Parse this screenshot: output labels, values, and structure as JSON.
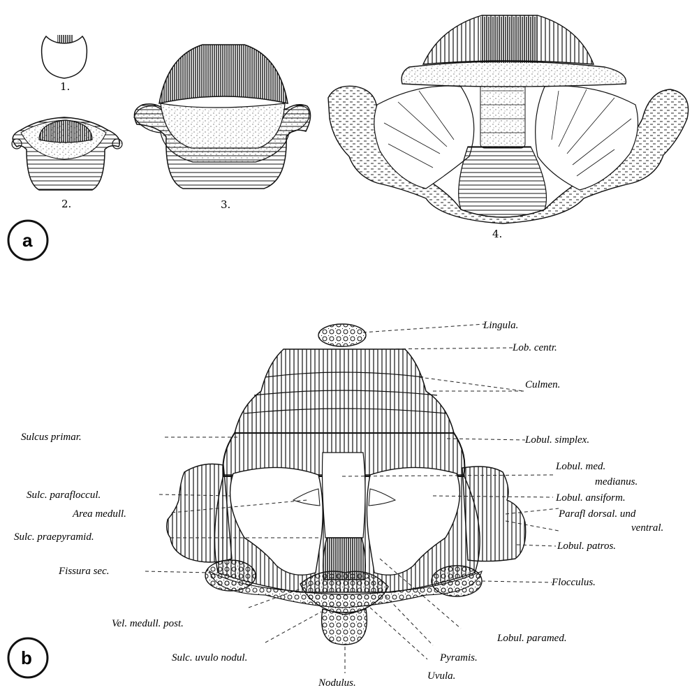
{
  "panel_a": {
    "letter": "a",
    "figures": [
      {
        "number": "1."
      },
      {
        "number": "2."
      },
      {
        "number": "3."
      },
      {
        "number": "4."
      }
    ]
  },
  "panel_b": {
    "letter": "b",
    "labels_right": [
      {
        "text": "Lingula."
      },
      {
        "text": "Lob. centr."
      },
      {
        "text": "Culmen."
      },
      {
        "text": "Lobul. simplex."
      },
      {
        "text": "Lobul. med."
      },
      {
        "text": "medianus."
      },
      {
        "text": "Lobul. ansiform."
      },
      {
        "text": "Parafl dorsal. und"
      },
      {
        "text": "ventral."
      },
      {
        "text": "Lobul. patros."
      },
      {
        "text": "Flocculus."
      },
      {
        "text": "Lobul. paramed."
      },
      {
        "text": "Pyramis."
      },
      {
        "text": "Uvula."
      }
    ],
    "labels_left": [
      {
        "text": "Sulcus primar."
      },
      {
        "text": "Sulc. parafloccul."
      },
      {
        "text": "Area medull."
      },
      {
        "text": "Sulc. praepyramid."
      },
      {
        "text": "Fissura sec."
      },
      {
        "text": "Vel. medull. post."
      },
      {
        "text": "Sulc. uvulo nodul."
      },
      {
        "text": "Nodulus."
      }
    ]
  }
}
